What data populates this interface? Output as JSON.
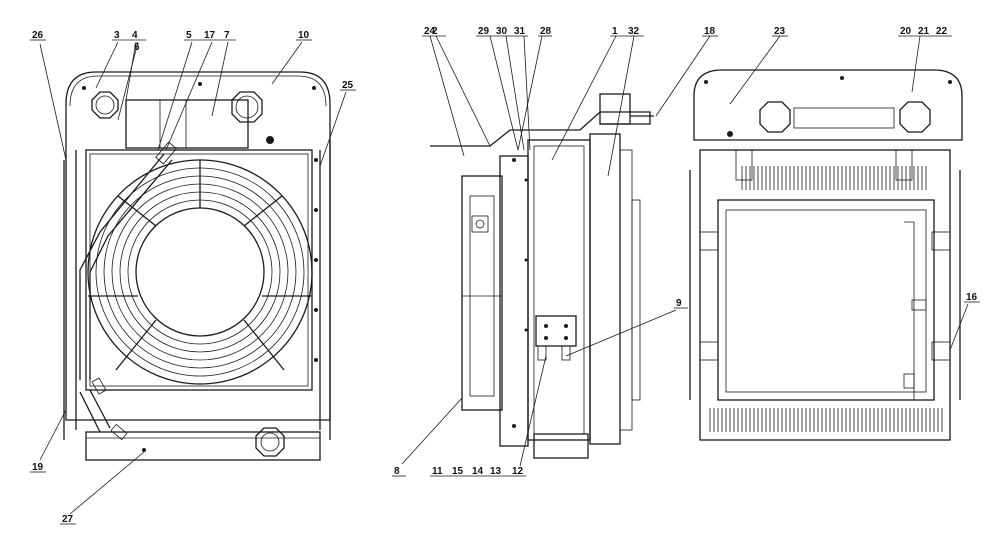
{
  "drawing": {
    "views": [
      "front-view",
      "side-view",
      "rear-view"
    ]
  },
  "callouts": {
    "c1": "1",
    "c2": "2",
    "c3": "3",
    "c4": "4",
    "c5": "5",
    "c6": "6",
    "c7": "7",
    "c8": "8",
    "c9": "9",
    "c10": "10",
    "c11": "11",
    "c12": "12",
    "c13": "13",
    "c14": "14",
    "c15": "15",
    "c16": "16",
    "c17": "17",
    "c18": "18",
    "c19": "19",
    "c20": "20",
    "c21": "21",
    "c22": "22",
    "c23": "23",
    "c24": "24",
    "c25": "25",
    "c26": "26",
    "c27": "27",
    "c28": "28",
    "c29": "29",
    "c30": "30",
    "c31": "31",
    "c32": "32"
  }
}
